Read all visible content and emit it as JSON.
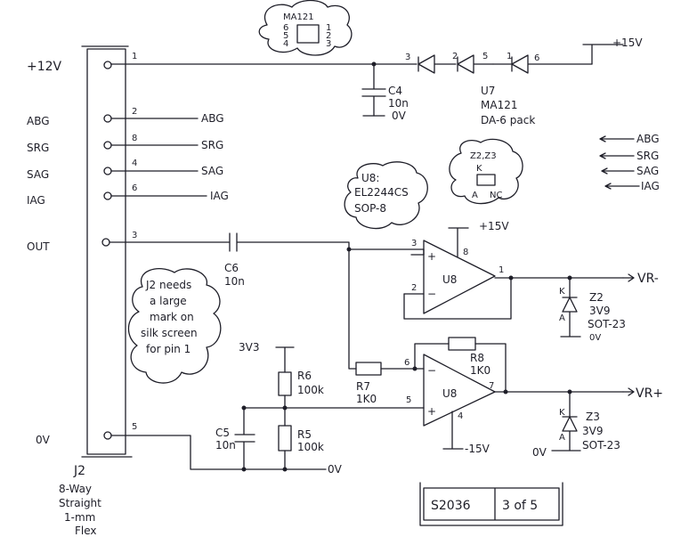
{
  "connector_labels": [
    "+12V",
    "ABG",
    "SRG",
    "SAG",
    "IAG",
    "OUT",
    "0V"
  ],
  "pin_numbers": [
    "1",
    "2",
    "8",
    "4",
    "6",
    "3",
    "5"
  ],
  "net_labels": [
    "ABG",
    "SRG",
    "SAG",
    "IAG"
  ],
  "connector": {
    "ref": "J2",
    "desc": [
      "8-Way",
      "Straight",
      "1-mm",
      "Flex"
    ]
  },
  "ma121_bubble": {
    "title": "MA121",
    "pins_left": [
      "6",
      "5",
      "4"
    ],
    "pins_right": [
      "1",
      "2",
      "3"
    ]
  },
  "diode_pins": [
    "3",
    "2",
    "5",
    "1",
    "6"
  ],
  "supply_15v": "+15V",
  "c4": {
    "ref": "C4",
    "value": "10n",
    "gnd": "0V"
  },
  "u7": {
    "ref": "U7",
    "part": "MA121",
    "pkg": "DA-6 pack"
  },
  "z_bubble": {
    "title": "Z2,Z3",
    "k": "K",
    "a": "A",
    "nc": "NC"
  },
  "u8_bubble": {
    "ref": "U8:",
    "part": "EL2244CS",
    "pkg": "SOP-8"
  },
  "right_labels": [
    "ABG",
    "SRG",
    "SAG",
    "IAG"
  ],
  "u8a": {
    "ref": "U8",
    "pins": [
      "3",
      "2",
      "8",
      "1"
    ],
    "supply": "+15V"
  },
  "c6": {
    "ref": "C6",
    "value": "10n"
  },
  "vr_minus": "VR-",
  "z2": {
    "ref": "Z2",
    "value": "3V9",
    "pkg": "SOT-23",
    "gnd": "0V",
    "k": "K",
    "a": "A"
  },
  "j2_note": [
    "J2 needs",
    "a large",
    "mark on",
    "silk screen",
    "for pin 1"
  ],
  "rail_3v3": "3V3",
  "r6": {
    "ref": "R6",
    "value": "100k"
  },
  "r5": {
    "ref": "R5",
    "value": "100k"
  },
  "c5": {
    "ref": "C5",
    "value": "10n"
  },
  "r7": {
    "ref": "R7",
    "value": "1K0"
  },
  "r8": {
    "ref": "R8",
    "value": "1K0"
  },
  "u8b": {
    "ref": "U8",
    "pins": [
      "6",
      "5",
      "7",
      "4"
    ],
    "supply": "-15V"
  },
  "vr_plus": "VR+",
  "z3": {
    "ref": "Z3",
    "value": "3V9",
    "pkg": "SOT-23",
    "gnd": "0V",
    "k": "K",
    "a": "A"
  },
  "gnd_bottom": "0V",
  "title_block": {
    "drawing": "S2036",
    "sheet": "3 of 5"
  }
}
